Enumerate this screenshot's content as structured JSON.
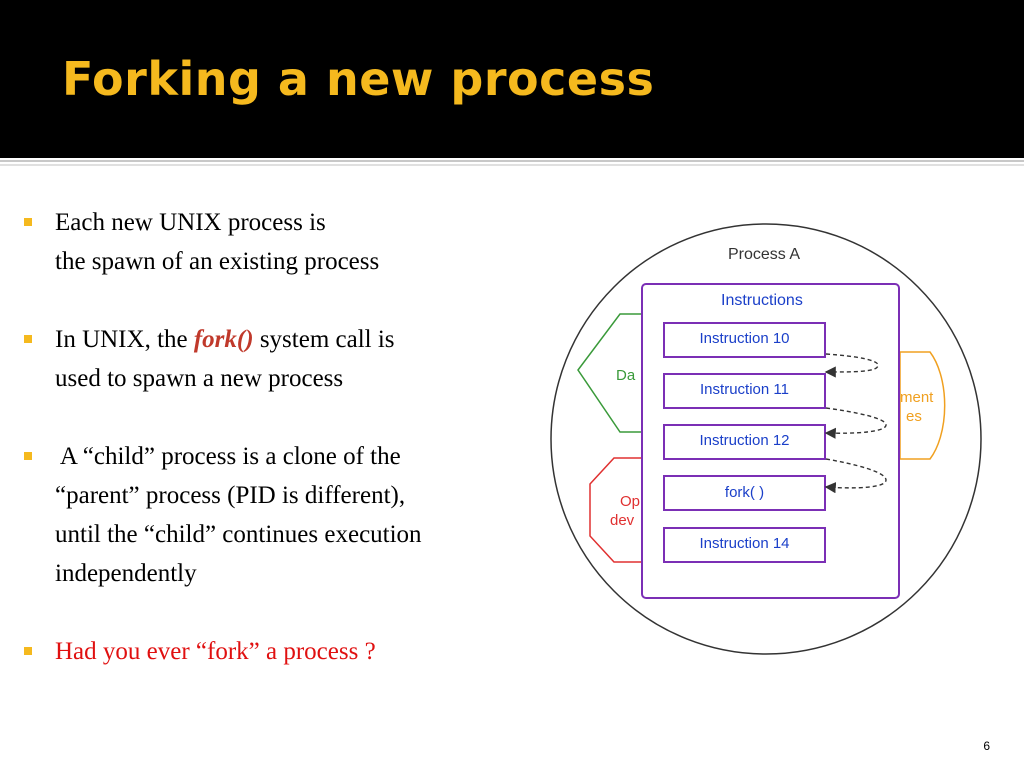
{
  "slide": {
    "title": "Forking a new process",
    "page_number": "6"
  },
  "bullets": [
    {
      "lines": [
        "Each new UNIX process is",
        "the spawn of an existing process"
      ]
    },
    {
      "before": "In UNIX, the ",
      "emphasis": "fork()",
      "after": " system call is",
      "line2": "used to spawn a new process"
    },
    {
      "lines": [
        " A “child” process is a clone of the",
        "“parent” process (PID is different),",
        "until the “child” continues execution",
        "independently"
      ]
    },
    {
      "lines": [
        "Had you ever “fork” a process ?"
      ]
    }
  ],
  "diagram": {
    "process_label": "Process A",
    "instructions_label": "Instructions",
    "boxes": [
      "Instruction 10",
      "Instruction 11",
      "Instruction 12",
      "fork( )",
      "Instruction 14"
    ],
    "left_green_fragment": "Da",
    "left_red_fragment_1": "Op",
    "left_red_fragment_2": "dev",
    "right_orange_fragment_1": "ment",
    "right_orange_fragment_2": "es",
    "colors": {
      "instructions": "#7b2fb5",
      "label_blue": "#1a3fc9",
      "green": "#3a9a3a",
      "red": "#e03030",
      "orange": "#f0a020"
    }
  }
}
